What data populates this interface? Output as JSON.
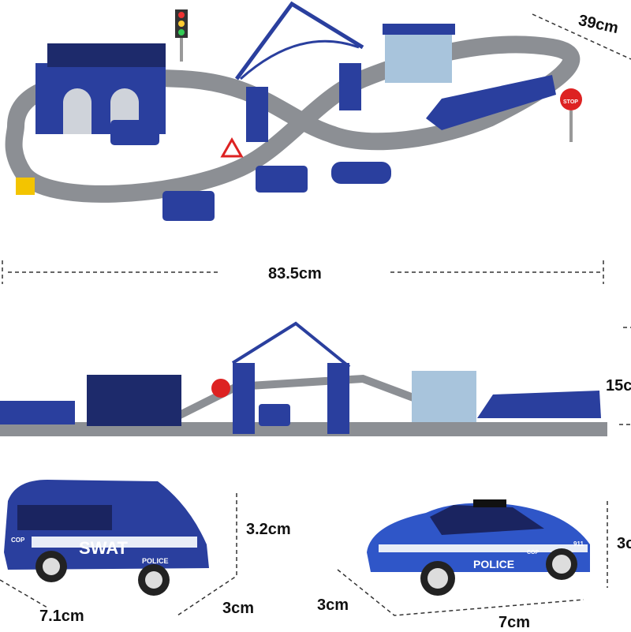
{
  "dimensions": {
    "top_depth": "39cm",
    "top_length": "83.5cm",
    "side_height": "15c",
    "swat_height": "3.2cm",
    "swat_length": "7.1cm",
    "swat_width": "3cm",
    "car_height": "3c",
    "car_width": "3cm",
    "car_length": "7cm"
  },
  "labels": {
    "swat_text": "SWAT",
    "swat_police": "POLICE",
    "car_police": "POLICE",
    "car_number": "911",
    "stop_sign": "STOP",
    "cop_badge": "COP"
  },
  "colors": {
    "track": "#8c8f94",
    "toy_blue": "#2a3f9e",
    "dark_blue": "#1d2a6b",
    "building": "#a8c4dc"
  }
}
